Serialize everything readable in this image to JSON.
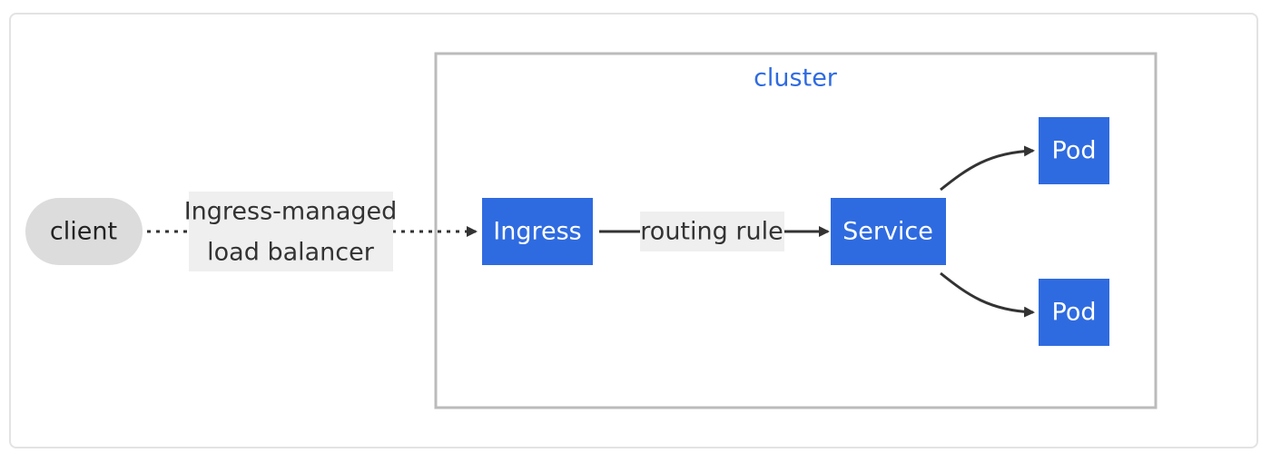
{
  "colors": {
    "node_fill": "#2f6be0",
    "client_fill": "#dcdcdc",
    "cluster_border": "#bbbbbb",
    "cluster_title": "#2f6be0",
    "edge": "#333333",
    "label_bg": "#efefef"
  },
  "cluster": {
    "title": "cluster"
  },
  "nodes": {
    "client": "client",
    "ingress": "Ingress",
    "service": "Service",
    "pod_top": "Pod",
    "pod_bottom": "Pod"
  },
  "edges": {
    "client_to_ingress": {
      "label_line1": "Ingress-managed",
      "label_line2": "load balancer",
      "style": "dotted"
    },
    "ingress_to_service": {
      "label": "routing rule",
      "style": "solid"
    },
    "service_to_pods": {
      "style": "solid"
    }
  }
}
